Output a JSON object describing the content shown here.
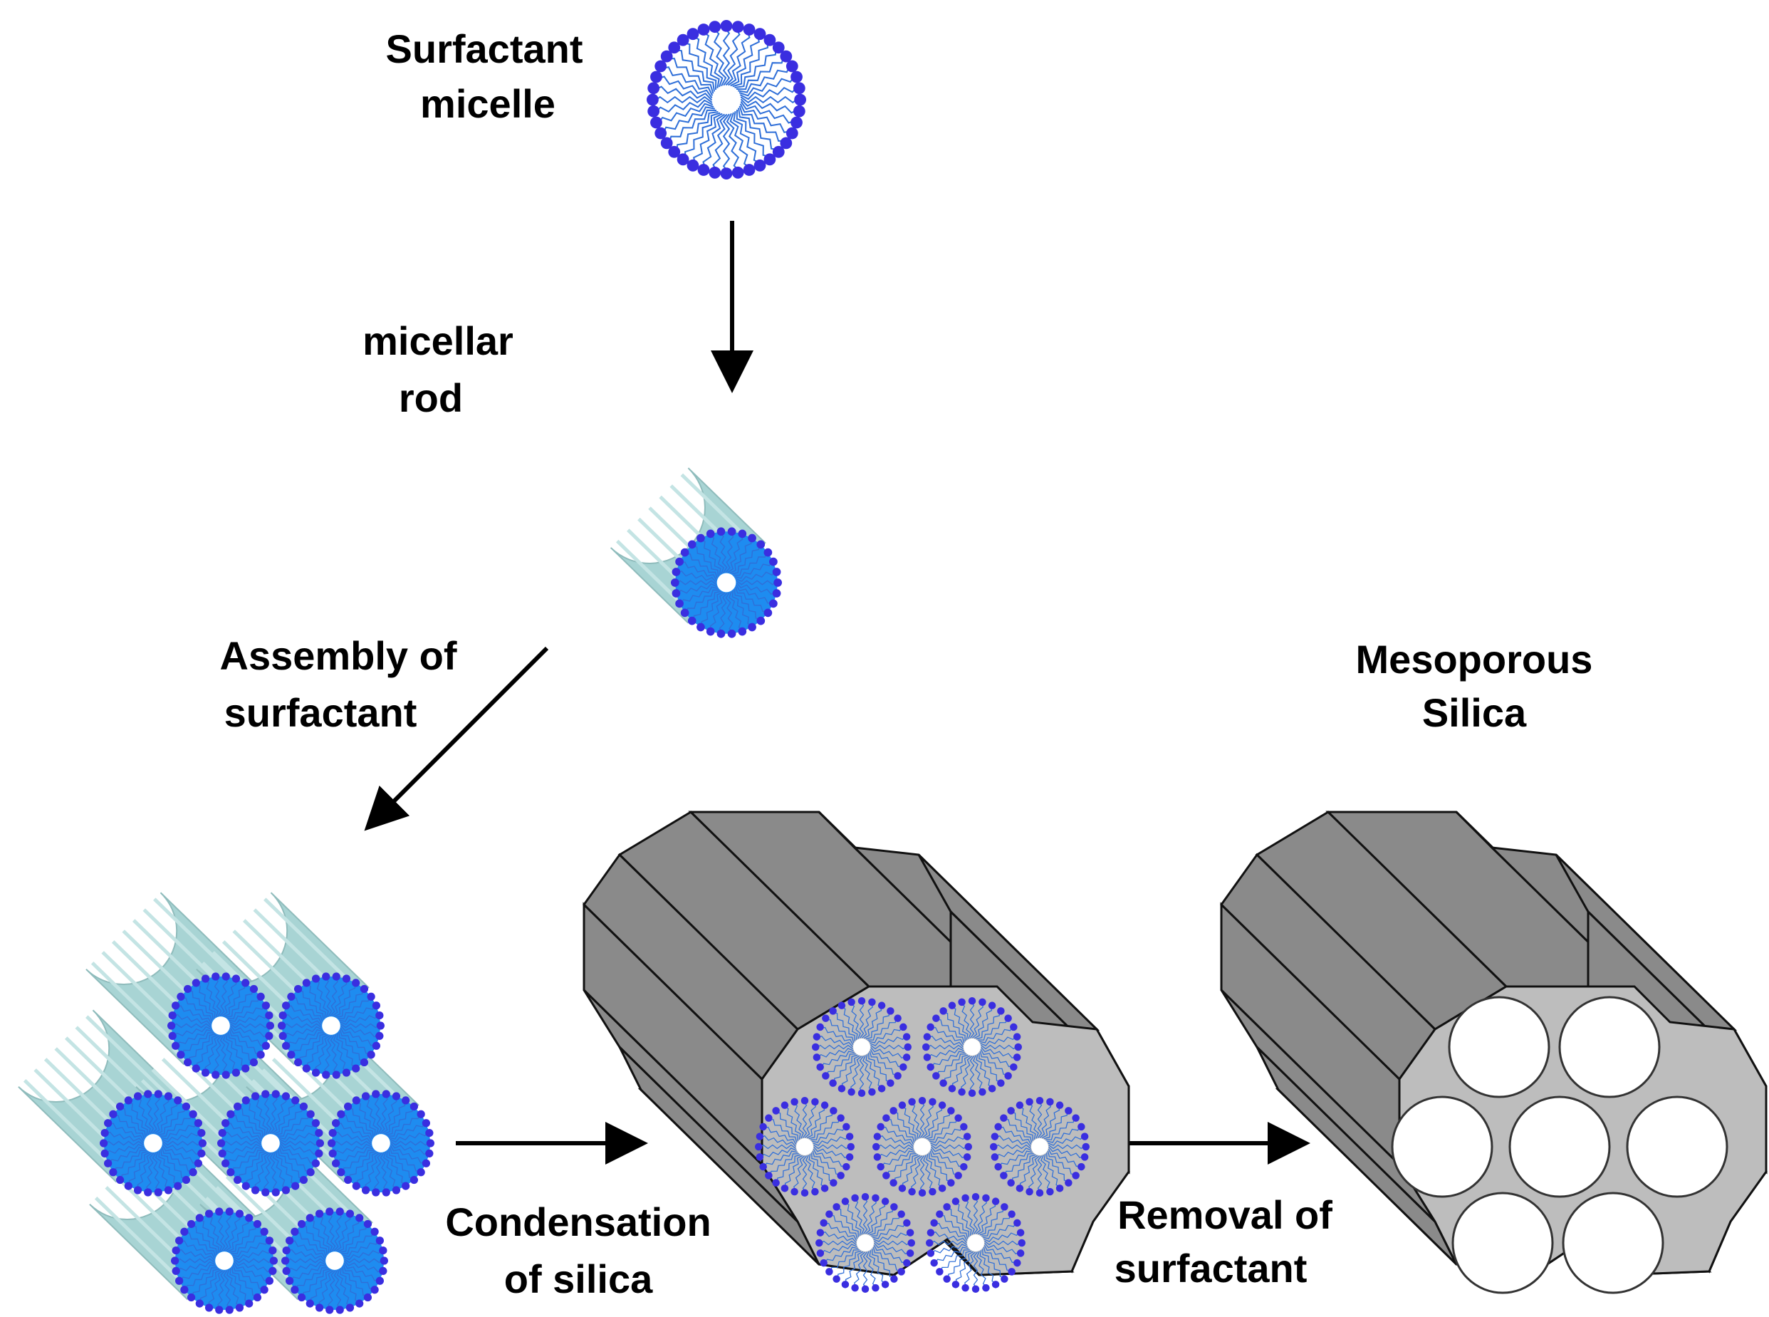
{
  "labels": {
    "micelle_line1": "Surfactant",
    "micelle_line2": "micelle",
    "rod_line1": "micellar",
    "rod_line2": "rod",
    "assembly_line1": "Assembly of",
    "assembly_line2": "surfactant",
    "condensation_line1": "Condensation",
    "condensation_line2": "of silica",
    "removal_line1": "Removal of",
    "removal_line2": "surfactant",
    "product_line1": "Mesoporous",
    "product_line2": "Silica"
  },
  "colors": {
    "head_group": "#3a2ee0",
    "tail": "#2f6fd8",
    "core_fill": "#1e8cf0",
    "rod_body": "#a8d4d4",
    "silica_side": "#8a8a8a",
    "silica_face": "#bdbdbd",
    "arrow": "#000000"
  }
}
